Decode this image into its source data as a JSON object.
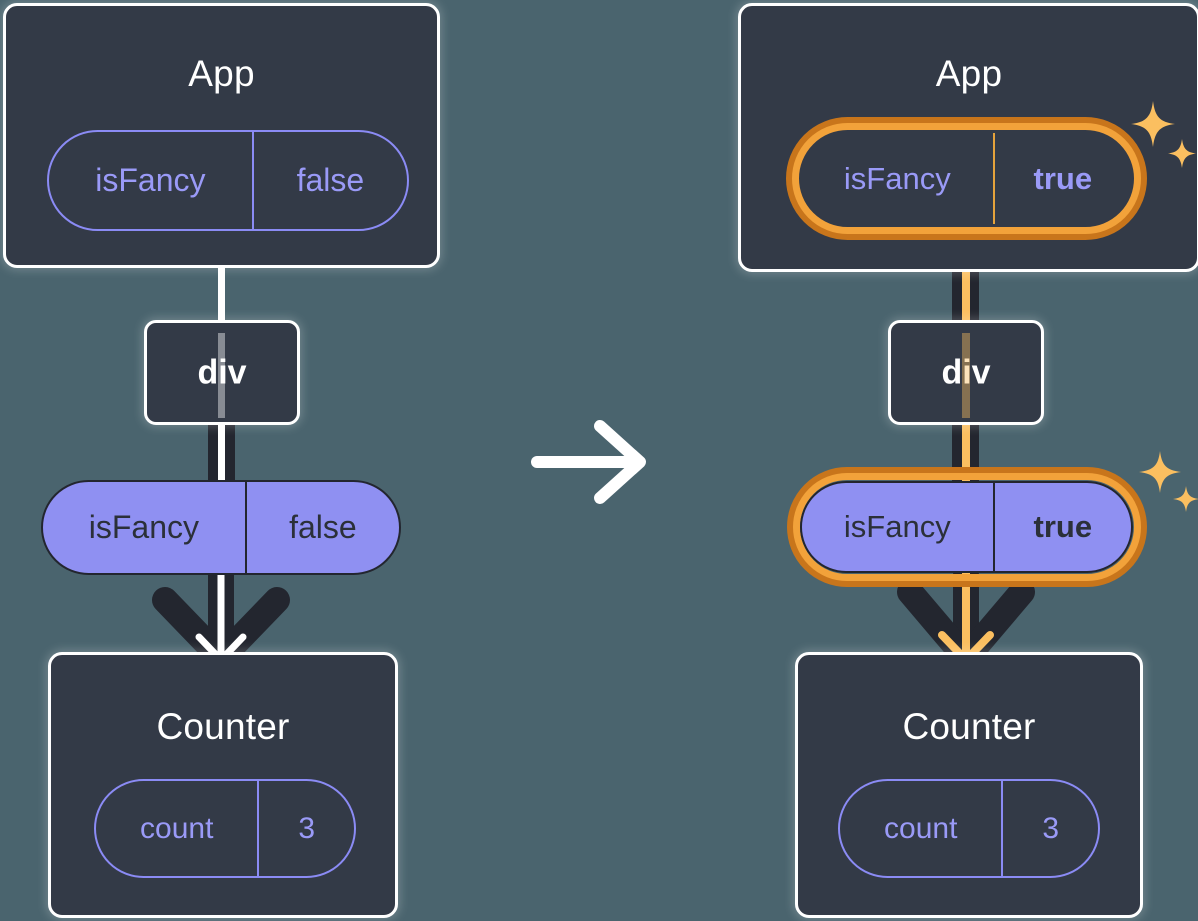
{
  "diagram": {
    "type": "react-state-propagation-diagram",
    "background_color": "#4a646e",
    "box_fill": "#333a47",
    "accent_purple": "#8f90f2",
    "highlight_outer": "#c8751b",
    "highlight_inner": "#f2a23a",
    "highlight_core": "#fbbf60",
    "transition_arrow_icon": "arrow-right-icon"
  },
  "panels": [
    {
      "id": "before",
      "app": {
        "title": "App",
        "state": {
          "name": "isFancy",
          "value": "false",
          "highlighted": false,
          "bold_value": false
        }
      },
      "div": {
        "title": "div"
      },
      "prop": {
        "name": "isFancy",
        "value": "false",
        "highlighted": false,
        "bold_value": false
      },
      "counter": {
        "title": "Counter",
        "state": {
          "name": "count",
          "value": "3",
          "highlighted": false,
          "bold_value": false
        }
      },
      "sparkles": false
    },
    {
      "id": "after",
      "app": {
        "title": "App",
        "state": {
          "name": "isFancy",
          "value": "true",
          "highlighted": true,
          "bold_value": true
        }
      },
      "div": {
        "title": "div"
      },
      "prop": {
        "name": "isFancy",
        "value": "true",
        "highlighted": true,
        "bold_value": true
      },
      "counter": {
        "title": "Counter",
        "state": {
          "name": "count",
          "value": "3",
          "highlighted": false,
          "bold_value": false
        }
      },
      "sparkles": true
    }
  ]
}
